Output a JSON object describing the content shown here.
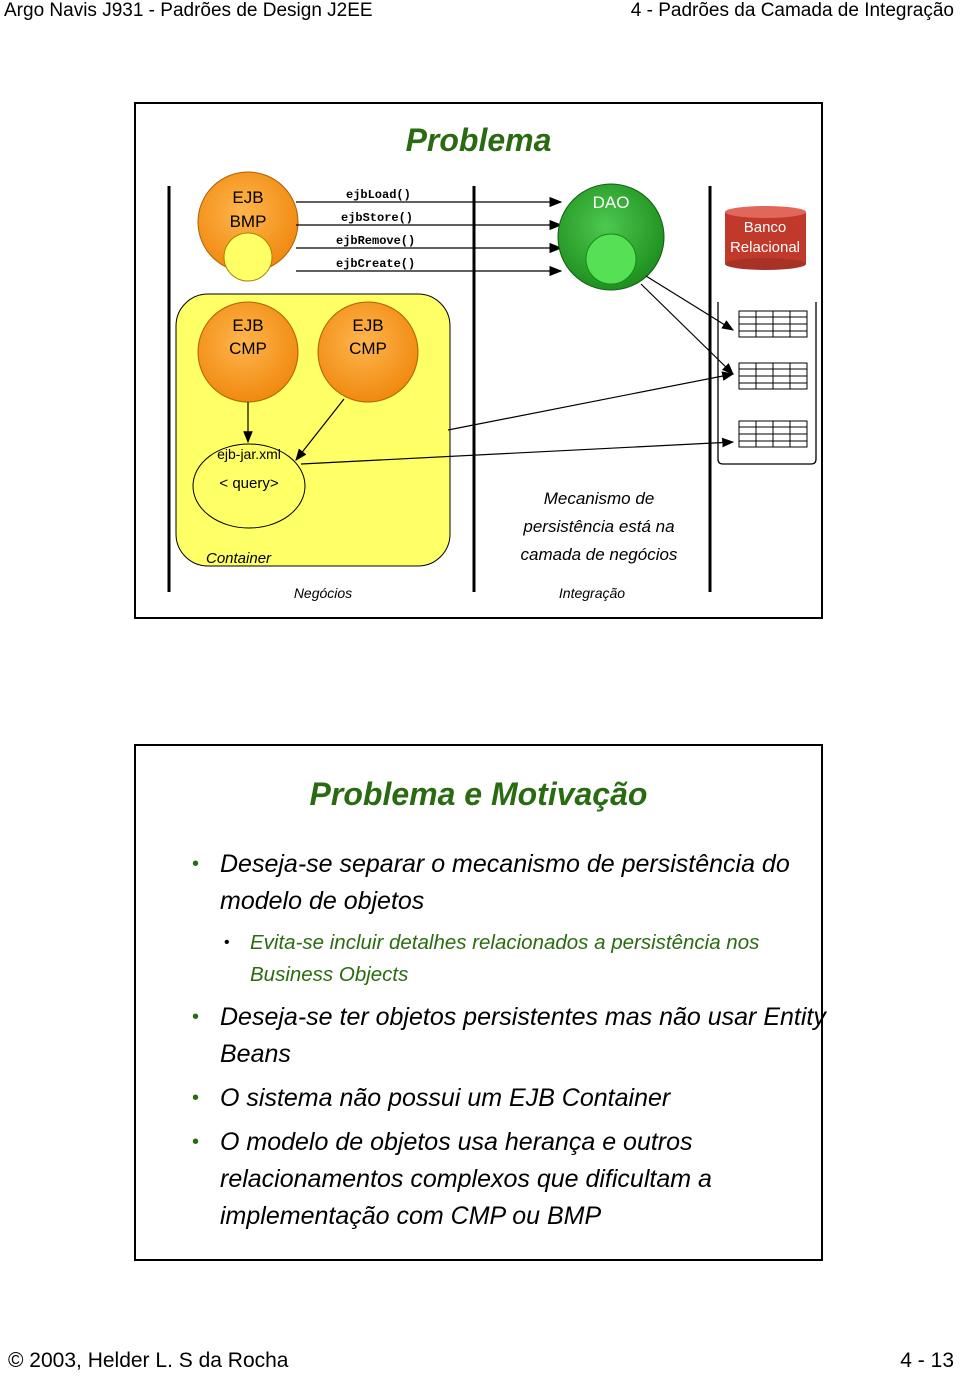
{
  "header": {
    "left": "Argo Navis J931 - Padrões de Design J2EE",
    "right": "4 - Padrões da Camada de Integração"
  },
  "slide1": {
    "title": "Problema",
    "ejb_bmp": [
      "EJB",
      "BMP"
    ],
    "methods": [
      "ejbLoad()",
      "ejbStore()",
      "ejbRemove()",
      "ejbCreate()"
    ],
    "dao": "DAO",
    "db": [
      "Banco",
      "Relacional"
    ],
    "ejb_cmp_1": [
      "EJB",
      "CMP"
    ],
    "ejb_cmp_2": [
      "EJB",
      "CMP"
    ],
    "ejbjar": "ejb-jar.xml",
    "query": "< query>",
    "container": "Container",
    "mechanism": [
      "Mecanismo de",
      "persistência está na",
      "camada de negócios"
    ],
    "layer_business": "Negócios",
    "layer_integration": "Integração"
  },
  "slide2": {
    "title": "Problema e Motivação",
    "b1": "Deseja-se separar o mecanismo de persistência do modelo de objetos",
    "b1_sub": "Evita-se incluir detalhes relacionados a persistência nos Business Objects",
    "b2": "Deseja-se ter objetos persistentes mas não usar Entity Beans",
    "b3": "O sistema não possui um EJB Container",
    "b4": "O modelo de objetos usa herança e outros relacionamentos complexos que dificultam a implementação com CMP ou BMP"
  },
  "footer": {
    "left": "© 2003, Helder L. S da Rocha",
    "right": "4 - 13"
  },
  "colors": {
    "title_green": "#2a6b12",
    "ejb_orange": "#f7941d",
    "container_yellow": "#ffff66",
    "dao_green": "#2ca02c",
    "db_red": "#c0392b"
  }
}
